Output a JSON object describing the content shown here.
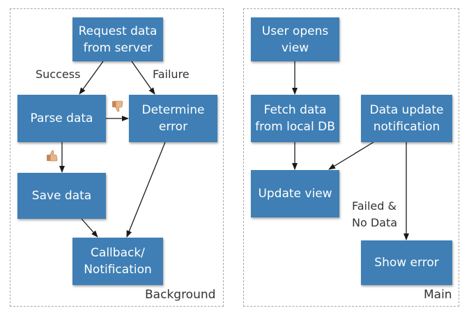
{
  "background_panel": {
    "label": "Background",
    "nodes": {
      "request": "Request data\nfrom server",
      "parse": "Parse data",
      "determine": "Determine\nerror",
      "save": "Save data",
      "callback": "Callback/\nNotification"
    },
    "edge_labels": {
      "success": "Success",
      "failure": "Failure"
    },
    "icons": {
      "thumbs_down": "thumbs-down-icon",
      "thumbs_up": "thumbs-up-icon"
    }
  },
  "main_panel": {
    "label": "Main",
    "nodes": {
      "user_opens": "User opens\nview",
      "fetch": "Fetch data\nfrom local DB",
      "data_update": "Data update\nnotification",
      "update_view": "Update view",
      "show_error": "Show error"
    },
    "edge_labels": {
      "failed": "Failed &\nNo Data"
    }
  },
  "colors": {
    "box": "#3f7fb5",
    "box_text": "#ffffff",
    "arrow": "#1a1a1a",
    "panel_border": "#a8a8a8",
    "thumb": "#e8b48a"
  }
}
